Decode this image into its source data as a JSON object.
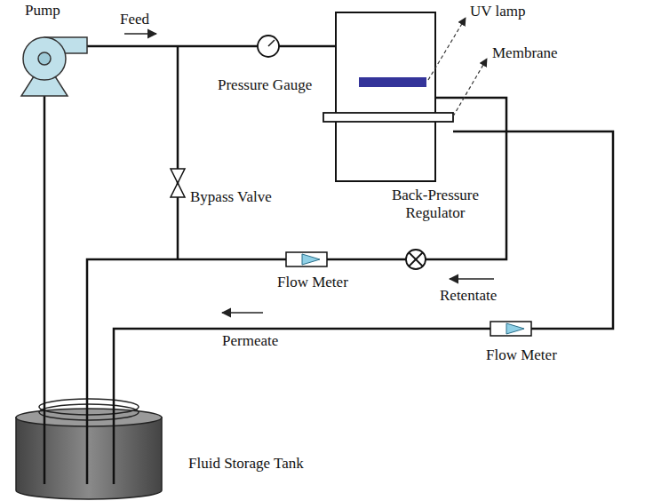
{
  "diagram": {
    "labels": [
      "UV lamp",
      "Pump",
      "Feed",
      "Membrane",
      "Pressure Gauge",
      "Bypass Valve",
      "Back-Pressure Regulator",
      "Flow Meter",
      "Retentate",
      "Permeate",
      "Flow Meter",
      "Fluid Storage Tank"
    ]
  }
}
